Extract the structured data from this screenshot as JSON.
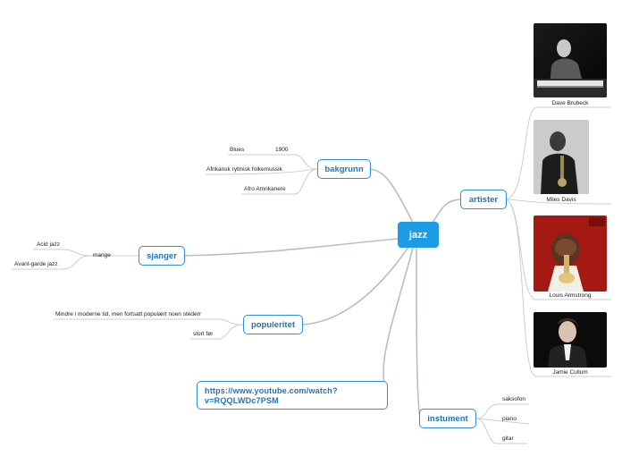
{
  "root": {
    "label": "jazz"
  },
  "branches": {
    "bakgrunn": {
      "label": "bakgrunn",
      "leaves": [
        "Blues",
        "1900",
        "Afrikansk rytmisk folkemussik",
        "Afro Amrikanere"
      ]
    },
    "sjanger": {
      "label": "sjanger",
      "sublabel": "mange",
      "leaves": [
        "Acid jazz",
        "Avant-garde jazz"
      ]
    },
    "popularitet": {
      "label": "populeritet",
      "leaves": [
        "Mindre i moderne tid, men fortsatt populært noen stederr",
        "stort før"
      ]
    },
    "link": {
      "label": "https://www.youtube.com/watch?v=RQQLWDc7PSM",
      "line1": "https://www.youtube.com/watch?",
      "line2": "v=RQQLWDc7PSM"
    },
    "instrument": {
      "label": "instument",
      "leaves": [
        "saksofon",
        "piano",
        "gitar"
      ]
    },
    "artister": {
      "label": "artister",
      "artists": [
        "Dave Brubeck",
        "Miles Davis",
        "Louis Armstrong",
        "Jamie Cullum"
      ]
    }
  },
  "colors": {
    "accent": "#2d8fd5",
    "root_fill": "#1d9be3",
    "connector": "#b8bec6"
  }
}
